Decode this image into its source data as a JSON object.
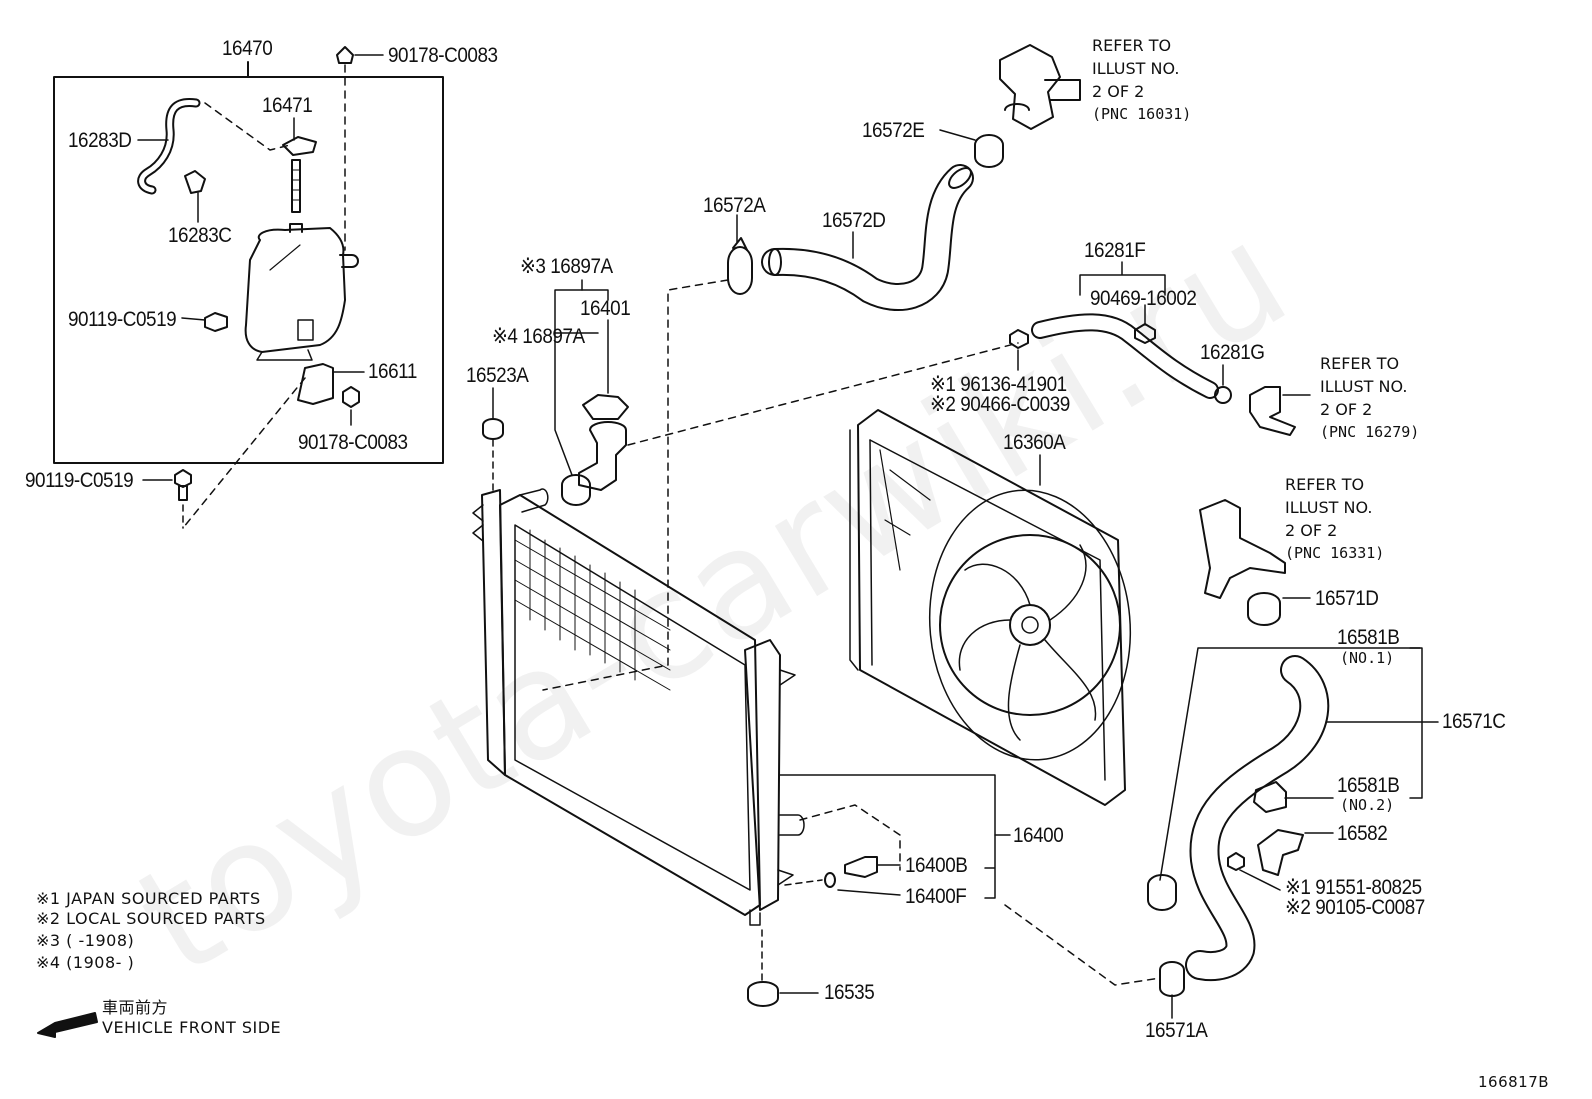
{
  "watermark": "toyota-carwiki.ru",
  "diagram_code": "166817B",
  "labels": {
    "p16470": "16470",
    "p90178_top": "90178-C0083",
    "p16471": "16471",
    "p16283D": "16283D",
    "p16283C": "16283C",
    "p90119_tank": "90119-C0519",
    "p16611": "16611",
    "p90178_bot": "90178-C0083",
    "p90119_out": "90119-C0519",
    "p16572E": "16572E",
    "p16572A": "16572A",
    "p16572D": "16572D",
    "p16897A_3": "※3 16897A",
    "p16401": "16401",
    "p16897A_4": "※4 16897A",
    "p16523A": "16523A",
    "p16281F": "16281F",
    "p90469": "90469-16002",
    "p16281G": "16281G",
    "p96136": "※1 96136-41901",
    "p90466": "※2 90466-C0039",
    "p16360A": "16360A",
    "p16571D": "16571D",
    "p16581B_1": "16581B",
    "p16581B_1_sub": "(NO.1)",
    "p16571C": "16571C",
    "p16581B_2": "16581B",
    "p16581B_2_sub": "(NO.2)",
    "p16582": "16582",
    "p91551": "※1 91551-80825",
    "p90105": "※2 90105-C0087",
    "p16400": "16400",
    "p16400B": "16400B",
    "p16400F": "16400F",
    "p16535": "16535",
    "p16571A": "16571A"
  },
  "refer_notes": [
    {
      "line1": "REFER TO",
      "line2": "ILLUST NO.",
      "line3": "2 OF 2",
      "pnc": "(PNC 16031)"
    },
    {
      "line1": "REFER TO",
      "line2": "ILLUST NO.",
      "line3": "2 OF 2",
      "pnc": "(PNC 16279)"
    },
    {
      "line1": "REFER TO",
      "line2": "ILLUST NO.",
      "line3": "2 OF 2",
      "pnc": "(PNC 16331)"
    }
  ],
  "legend": {
    "n1": "※1  JAPAN SOURCED PARTS",
    "n2": "※2  LOCAL SOURCED PARTS",
    "n3": "※3 (       -1908)",
    "n4": "※4 (1908-        )"
  },
  "direction": {
    "jp": "車両前方",
    "en": "VEHICLE FRONT SIDE"
  }
}
